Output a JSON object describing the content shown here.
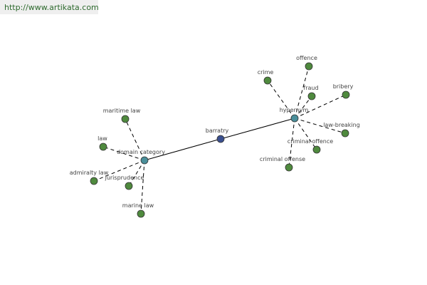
{
  "site": {
    "url": "http://www.artikata.com"
  },
  "colors": {
    "leaf": "#4f8a3e",
    "hub": "#4a8f9a",
    "center": "#3a4f8f"
  },
  "graph": {
    "nodes": [
      {
        "id": "barratry",
        "label": "barratry",
        "kind": "center"
      },
      {
        "id": "domain_category",
        "label": "domain category",
        "kind": "hub"
      },
      {
        "id": "hypernym",
        "label": "hypernym",
        "kind": "hub"
      },
      {
        "id": "maritime_law",
        "label": "maritime law",
        "kind": "leaf"
      },
      {
        "id": "law",
        "label": "law",
        "kind": "leaf"
      },
      {
        "id": "admiralty_law",
        "label": "admiralty law",
        "kind": "leaf"
      },
      {
        "id": "jurisprudence",
        "label": "jurisprudence",
        "kind": "leaf"
      },
      {
        "id": "marine_law",
        "label": "marine law",
        "kind": "leaf"
      },
      {
        "id": "offence",
        "label": "offence",
        "kind": "leaf"
      },
      {
        "id": "crime",
        "label": "crime",
        "kind": "leaf"
      },
      {
        "id": "fraud",
        "label": "fraud",
        "kind": "leaf"
      },
      {
        "id": "bribery",
        "label": "bribery",
        "kind": "leaf"
      },
      {
        "id": "law_breaking",
        "label": "law-breaking",
        "kind": "leaf"
      },
      {
        "id": "criminal_offence",
        "label": "criminal offence",
        "kind": "leaf"
      },
      {
        "id": "criminal_offense",
        "label": "criminal offense",
        "kind": "leaf"
      }
    ],
    "edges": [
      {
        "from": "domain_category",
        "to": "barratry",
        "style": "solid"
      },
      {
        "from": "barratry",
        "to": "hypernym",
        "style": "solid"
      },
      {
        "from": "domain_category",
        "to": "maritime_law",
        "style": "dashed"
      },
      {
        "from": "domain_category",
        "to": "law",
        "style": "dashed"
      },
      {
        "from": "domain_category",
        "to": "admiralty_law",
        "style": "dashed"
      },
      {
        "from": "domain_category",
        "to": "jurisprudence",
        "style": "dashed"
      },
      {
        "from": "domain_category",
        "to": "marine_law",
        "style": "dashed"
      },
      {
        "from": "hypernym",
        "to": "offence",
        "style": "dashed"
      },
      {
        "from": "hypernym",
        "to": "crime",
        "style": "dashed"
      },
      {
        "from": "hypernym",
        "to": "fraud",
        "style": "dashed"
      },
      {
        "from": "hypernym",
        "to": "bribery",
        "style": "dashed"
      },
      {
        "from": "hypernym",
        "to": "law_breaking",
        "style": "dashed"
      },
      {
        "from": "hypernym",
        "to": "criminal_offence",
        "style": "dashed"
      },
      {
        "from": "hypernym",
        "to": "criminal_offense",
        "style": "dashed"
      }
    ]
  }
}
